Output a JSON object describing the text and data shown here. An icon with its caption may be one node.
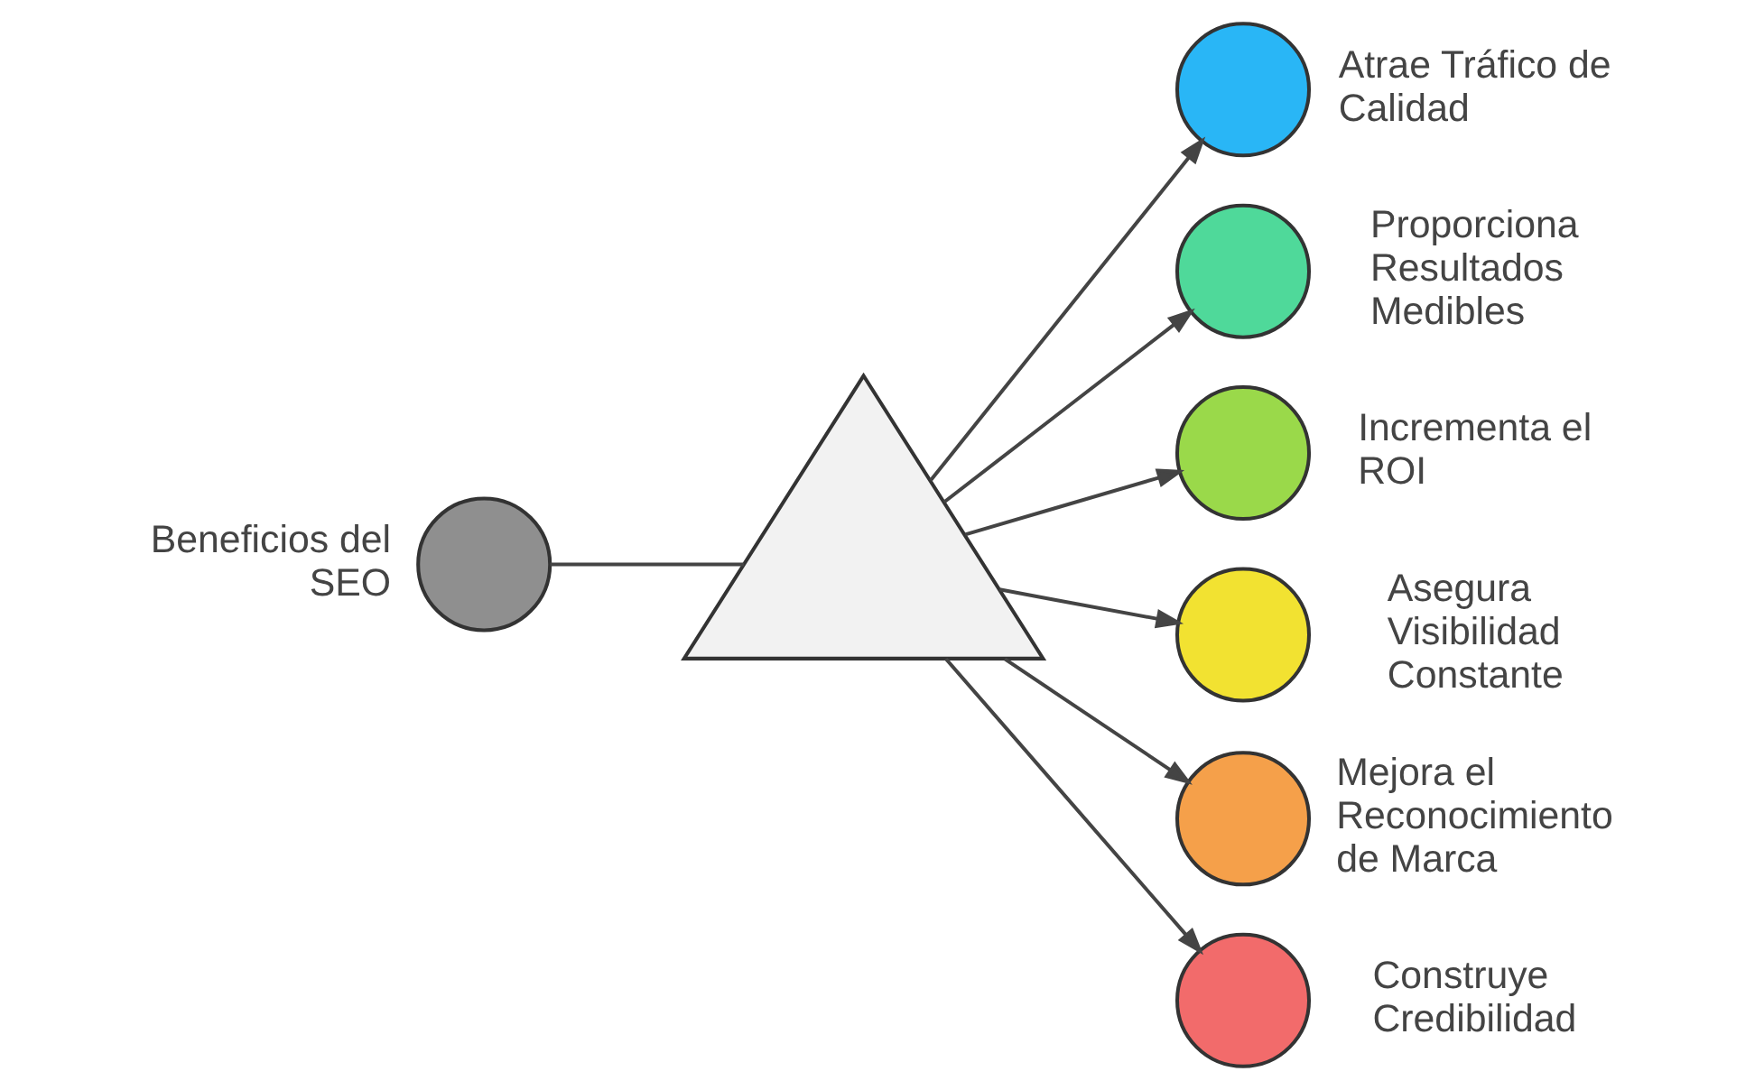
{
  "diagram": {
    "nodes": [
      {
        "text": [],
        "shape": "circle",
        "beside": [
          "Beneficios del SEO"
        ]
      },
      {
        "text": [],
        "shape": "triangle"
      },
      {
        "text": [],
        "shape": "circle",
        "beside": [
          "Atrae Tráfico de Calidad"
        ]
      },
      {
        "text": [],
        "shape": "circle",
        "beside": [
          "Proporciona Resultados Medibles"
        ]
      },
      {
        "text": [],
        "shape": "circle",
        "beside": [
          "Incrementa el ROI"
        ]
      },
      {
        "text": [],
        "shape": "circle",
        "beside": [
          "Asegura Visibilidad Constante"
        ]
      },
      {
        "text": [],
        "shape": "circle",
        "beside": [
          "Mejora el Reconocimiento de Marca"
        ]
      },
      {
        "text": [],
        "shape": "circle",
        "beside": [
          "Construye Credibilidad"
        ]
      }
    ],
    "edges": [
      {
        "from": 0,
        "to": 1,
        "arrow": "none"
      },
      {
        "from": 1,
        "to": 2,
        "arrow": "to"
      },
      {
        "from": 1,
        "to": 3,
        "arrow": "to"
      },
      {
        "from": 1,
        "to": 4,
        "arrow": "to"
      },
      {
        "from": 1,
        "to": 5,
        "arrow": "to"
      },
      {
        "from": 1,
        "to": 6,
        "arrow": "to"
      },
      {
        "from": 1,
        "to": 7,
        "arrow": "to"
      }
    ]
  }
}
